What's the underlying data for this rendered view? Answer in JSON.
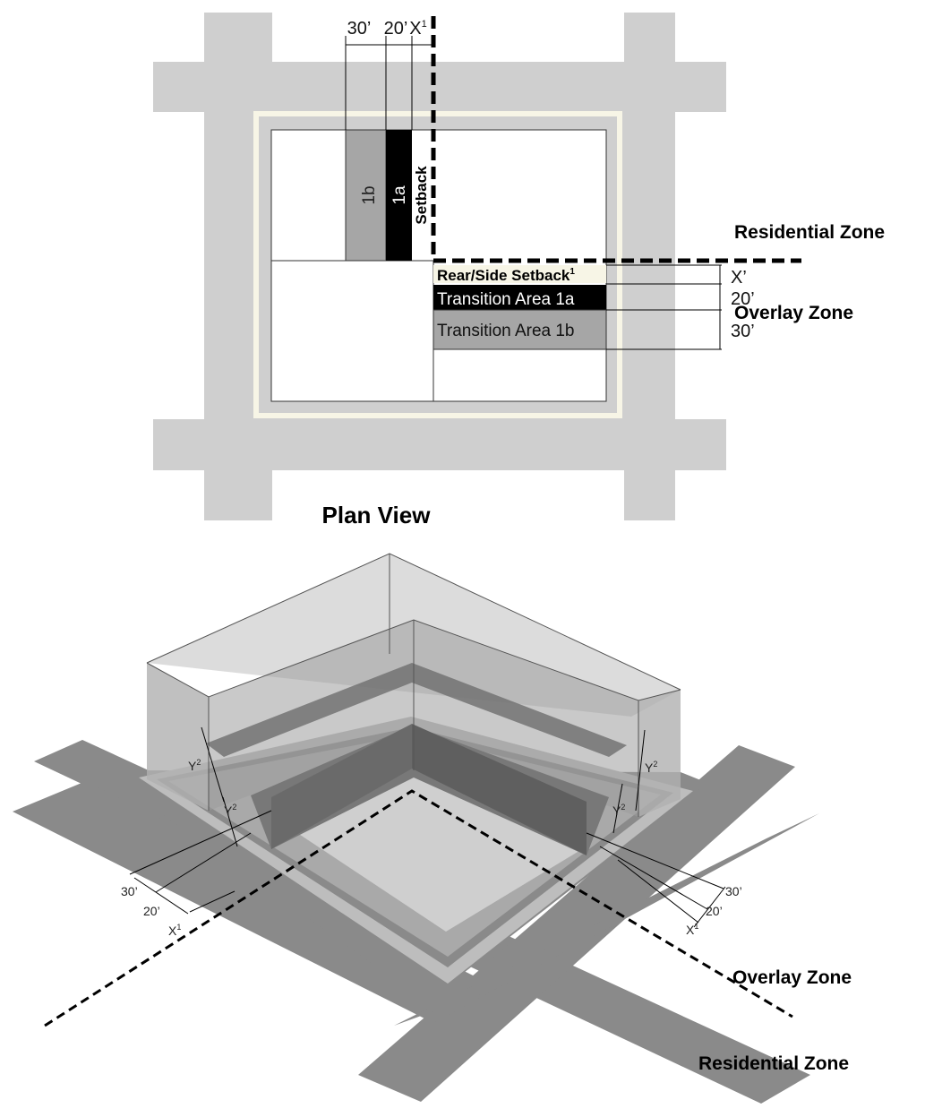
{
  "plan": {
    "title": "Plan View",
    "dim_30": "30’",
    "dim_20": "20’",
    "dim_x": "X",
    "dim_x_sup": "1",
    "area_1b": "1b",
    "area_1a": "1a",
    "setback": "Setback",
    "rear_side_setback": "Rear/Side Setback",
    "rear_side_setback_sup": "1",
    "transition_1a": "Transition Area 1a",
    "transition_1b": "Transition Area 1b",
    "right_x": "X’",
    "right_20": "20’",
    "right_30": "30’",
    "residential_zone": "Residential Zone",
    "overlay_zone": "Overlay Zone"
  },
  "iso": {
    "left_30": "30’",
    "left_20": "20’",
    "left_x": "X",
    "left_x_sup": "1",
    "right_30": "30’",
    "right_20": "20’",
    "right_x": "X",
    "right_x_sup": "1",
    "y": "Y",
    "y_sup": "2",
    "overlay_zone": "Overlay Zone",
    "residential_zone": "Residential Zone"
  },
  "colors": {
    "street_plan": "#cfcfcf",
    "sidewalk": "#f7f5e6",
    "area_1b": "#a6a6a6",
    "area_1a": "#000000",
    "street_iso": "#8a8a8a"
  }
}
